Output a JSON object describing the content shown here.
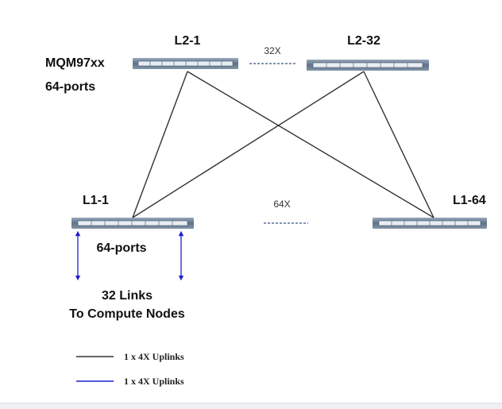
{
  "switches": {
    "l2_first": "L2-1",
    "l2_last": "L2-32",
    "l1_first": "L1-1",
    "l1_last": "L1-64"
  },
  "model": {
    "name": "MQM97xx",
    "ports_top": "64-ports",
    "ports_bottom": "64-ports"
  },
  "multipliers": {
    "spine_count": "32X",
    "leaf_count": "64X"
  },
  "compute": {
    "line1": "32 Links",
    "line2": "To Compute Nodes"
  },
  "legend": [
    {
      "label": "1 x 4X Uplinks",
      "color": "#333333"
    },
    {
      "label": "1 x 4X Uplinks",
      "color": "#1f1fcf"
    }
  ],
  "colors": {
    "uplink": "#333333",
    "compute_link": "#1f1fcf",
    "dotted": "#5a6e9a",
    "switch_body": "#6f8299"
  }
}
